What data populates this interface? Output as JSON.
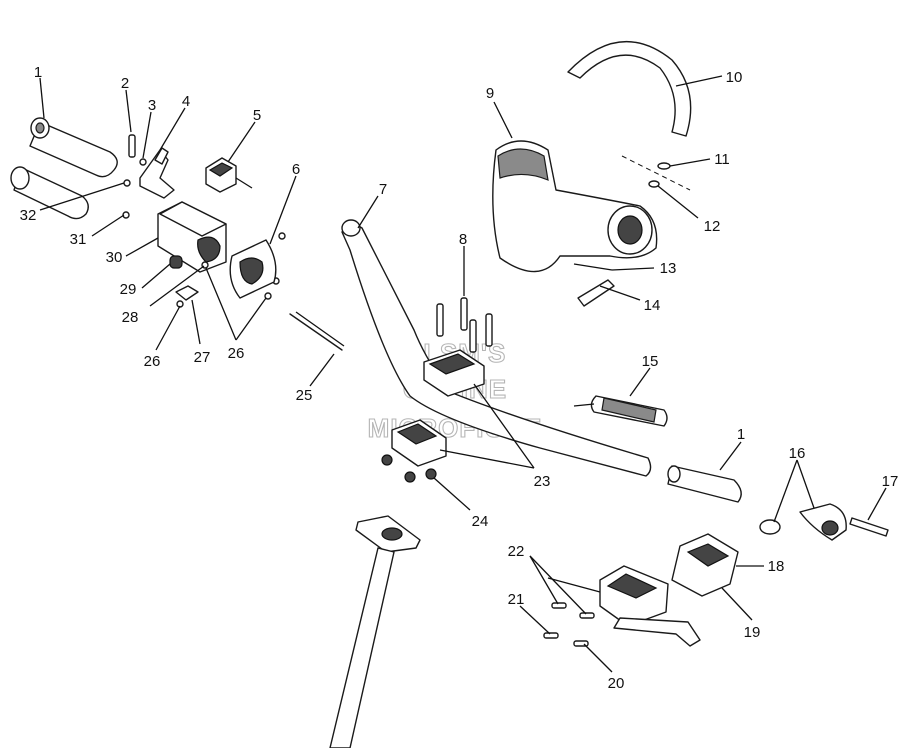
{
  "callouts": {
    "c1a": "1",
    "c2": "2",
    "c3": "3",
    "c4": "4",
    "c5": "5",
    "c6": "6",
    "c7": "7",
    "c8": "8",
    "c9": "9",
    "c10": "10",
    "c11": "11",
    "c12": "12",
    "c13": "13",
    "c14": "14",
    "c15": "15",
    "c1b": "1",
    "c16": "16",
    "c17": "17",
    "c18": "18",
    "c19": "19",
    "c20": "20",
    "c21": "21",
    "c22": "22",
    "c23": "23",
    "c24": "24",
    "c25": "25",
    "c26a": "26",
    "c26b": "26",
    "c27": "27",
    "c28": "28",
    "c29": "29",
    "c30": "30",
    "c31": "31",
    "c32": "32"
  },
  "watermark": {
    "line1": "HI SM'S",
    "line2": "ONLINE",
    "line3": "MICROFICHE"
  }
}
